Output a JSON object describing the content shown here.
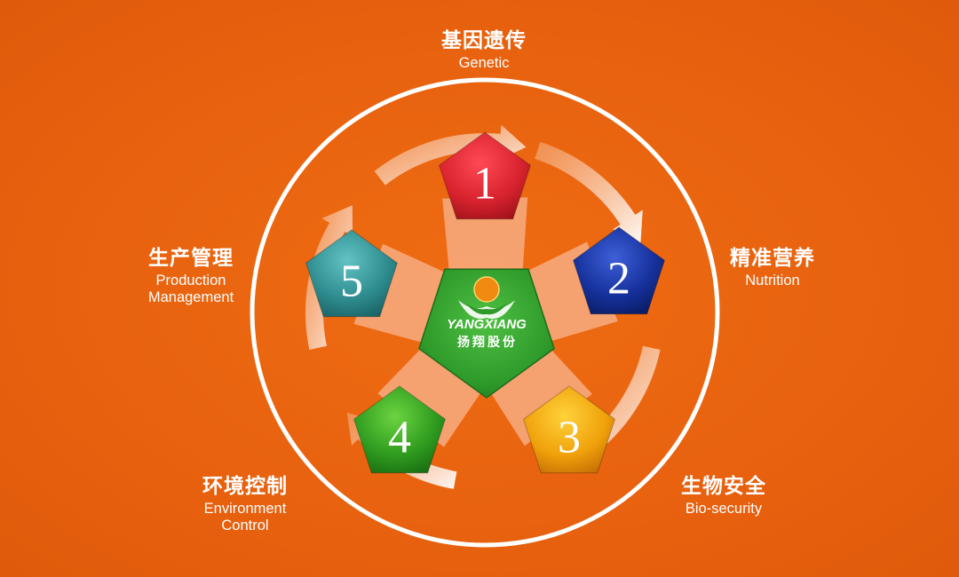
{
  "center": {
    "brand_en": "YANGXIANG",
    "brand_zh": "扬翔股份",
    "colors": {
      "pentagon": "#2e9a2a",
      "logo_orange": "#f08a10"
    }
  },
  "steps": [
    {
      "number": "1",
      "title_zh": "基因遗传",
      "title_en": "Genetic",
      "color": "#d8232f"
    },
    {
      "number": "2",
      "title_zh": "精准营养",
      "title_en": "Nutrition",
      "color": "#15309a"
    },
    {
      "number": "3",
      "title_zh": "生物安全",
      "title_en": "Bio-security",
      "color": "#f0a10b"
    },
    {
      "number": "4",
      "title_zh": "环境控制",
      "title_en": "Environment Control",
      "color": "#2f9b1f"
    },
    {
      "number": "5",
      "title_zh": "生产管理",
      "title_en": "Production Management",
      "color": "#2e8c8e"
    }
  ],
  "labels": {
    "production_en_line1": "Production",
    "production_en_line2": "Management",
    "environment_en_line1": "Environment",
    "environment_en_line2": "Control"
  },
  "colors": {
    "background": "#e8620f",
    "ring": "#ffffff"
  }
}
